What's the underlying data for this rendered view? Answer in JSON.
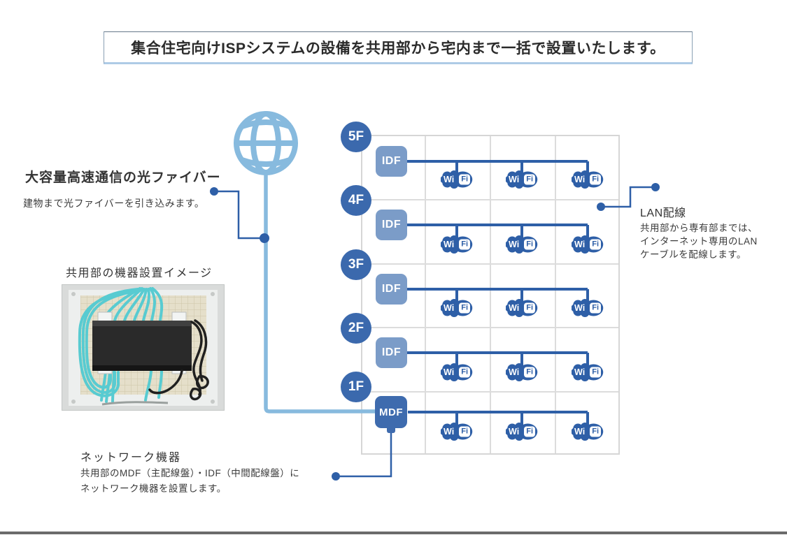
{
  "title": "集合住宅向けISPシステムの設備を共用部から宅内まで一括で設置いたします。",
  "fiber": {
    "heading": "大容量高速通信の光ファイバー",
    "body": "建物まで光ファイバーを引き込みます。"
  },
  "facility_photo": {
    "heading": "共用部の機器設置イメージ"
  },
  "lan": {
    "heading": "LAN配線",
    "body_lines": [
      "共用部から専有部までは、",
      "インターネット専用のLAN",
      "ケーブルを配線します。"
    ]
  },
  "network": {
    "heading": "ネットワーク機器",
    "body_lines": [
      "共用部のMDF（主配線盤）・IDF（中間配線盤）に",
      "ネットワーク機器を設置します。"
    ]
  },
  "building": {
    "floors": [
      {
        "label": "5F",
        "box": "IDF"
      },
      {
        "label": "4F",
        "box": "IDF"
      },
      {
        "label": "3F",
        "box": "IDF"
      },
      {
        "label": "2F",
        "box": "IDF"
      },
      {
        "label": "1F",
        "box": "MDF"
      }
    ]
  },
  "wifi": {
    "wi": "Wi",
    "fi": "Fi"
  },
  "icons": {
    "globe": "globe-icon",
    "wifi": "wifi-icon",
    "connector_dot": "connector-dot"
  },
  "colors": {
    "accent_dark_blue": "#2e5fa7",
    "fiber_light_blue": "#87bade",
    "floor_circle_blue": "#3b69ad",
    "idf_box_blue": "#7b9cc8",
    "mdf_box_blue": "#3e6bae",
    "grid_gray": "#dcdcdc"
  }
}
